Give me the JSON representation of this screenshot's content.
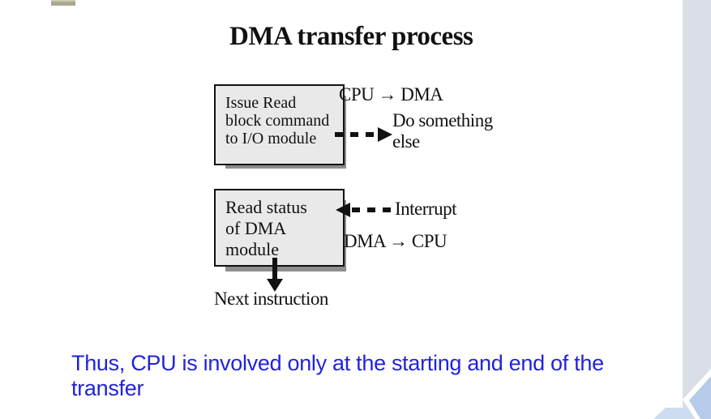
{
  "slide": {
    "title": "DMA transfer process",
    "diagram": {
      "box1": {
        "lines": [
          "Issue Read",
          "block command",
          "to I/O module"
        ]
      },
      "box2": {
        "lines": [
          "Read status",
          "of DMA",
          "module"
        ]
      },
      "labels": {
        "cpu_to_dma": "CPU → DMA",
        "do_something": "Do something",
        "do_something_else": "else",
        "interrupt": "Interrupt",
        "dma_to_cpu": "DMA → CPU",
        "next_instruction": "Next instruction"
      }
    },
    "footer": {
      "lines": [
        "Thus, CPU is involved only at the starting and end of the",
        "transfer"
      ]
    },
    "colors": {
      "box_fill": "#e9e9e9",
      "box_border": "#111111",
      "box_shadow": "#8e8e8e",
      "side_column": "#dadfe7",
      "chevron_blue": "#b5cbe9",
      "chevron_light_blue": "#cedcf1",
      "tan_fragment": "#a9a78d",
      "footer_blue": "#2222dd"
    }
  }
}
